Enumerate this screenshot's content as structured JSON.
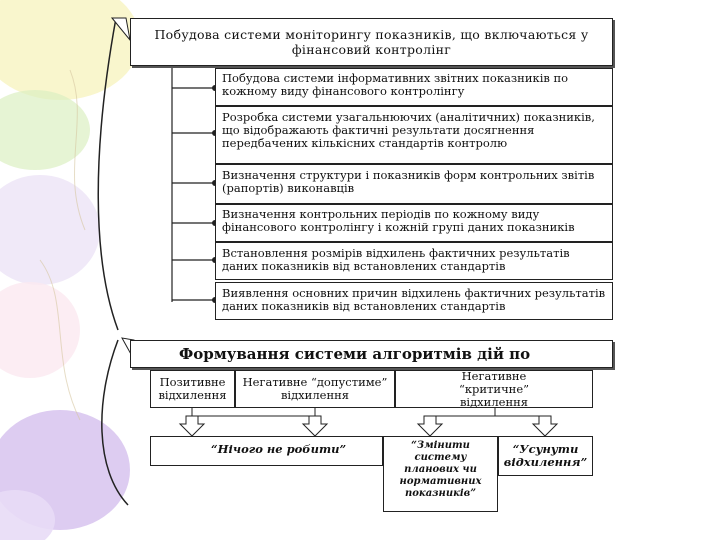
{
  "colors": {
    "balloon_purple": "#d9c6ef",
    "balloon_yellow": "#fbf2b3",
    "balloon_green": "#d5efb8",
    "line": "#222222"
  },
  "top_title": "Побудова системи моніторингу показників, що включаються у фінансовий контролінг",
  "steps": [
    "Побудова системи інформативних звітних показників по кожному виду фінансового контролінгу",
    "Розробка системи узагальнюючих (аналітичних) показників, що відображають фактичні результати досягнення передбачених кількісних стандартів контролю",
    "Визначення структури і показників форм контрольних звітів (рапортів) виконавців",
    "Визначення контрольних періодів по кожному виду фінансового контролінгу і кожній групі даних показників",
    "Встановлення розмірів відхилень фактичних результатів даних показників від встановлених стандартів",
    "Виявлення основних причин відхилень фактичних результатів даних показників від встановлених стандартів"
  ],
  "algorithm_title": "Формування системи алгоритмів дій по усуненню",
  "deviations": [
    "Позитивне відхилення",
    "Негативне “допустиме” відхилення",
    "Негативне “критичне” відхилення"
  ],
  "actions": [
    "“Нічого не робити”",
    "“Змінити систему планових чи нормативних показників”",
    "“Усунути відхилення”"
  ]
}
